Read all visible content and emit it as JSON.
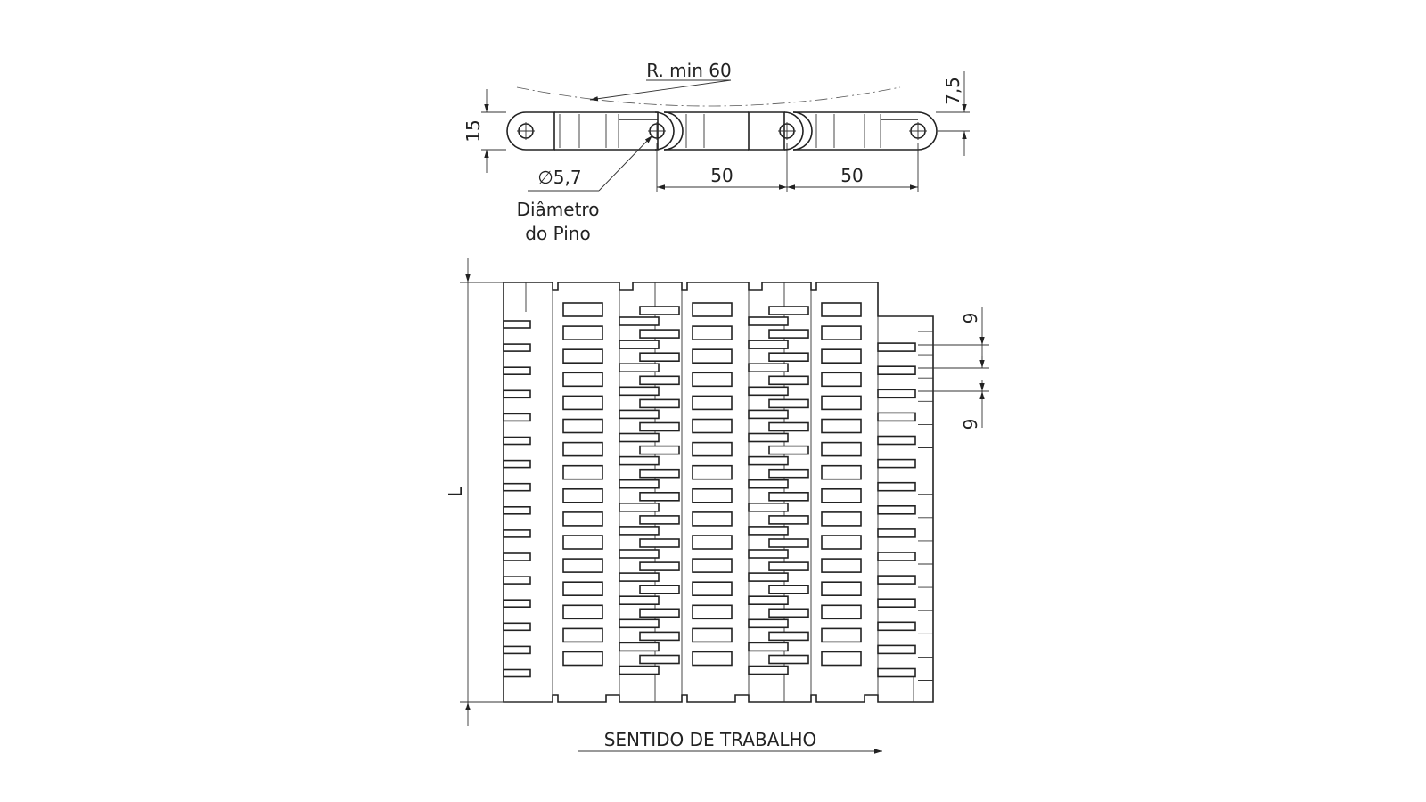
{
  "labels": {
    "radius": "R. min 60",
    "thickness": "15",
    "offset": "7,5",
    "pin_diameter": "∅5,7",
    "pin_caption_line1": "Diâmetro",
    "pin_caption_line2": "do Pino",
    "pitch_1": "50",
    "pitch_2": "50",
    "rib_spacing_top": "9",
    "rib_spacing_bottom": "9",
    "length": "L",
    "direction": "SENTIDO DE TRABALHO"
  }
}
